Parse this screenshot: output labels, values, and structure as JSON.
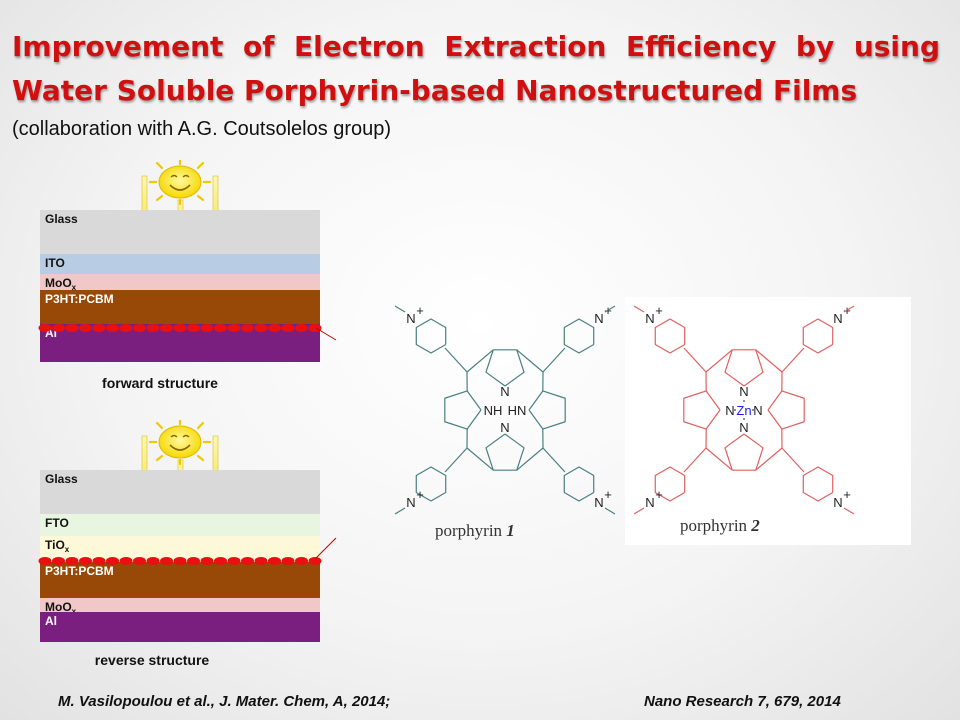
{
  "slide": {
    "title_line1": "Improvement of Electron Extraction Efficiency by using",
    "title_line2": "Water Soluble Porphyrin-based Nanostructured Films",
    "subtitle": "(collaboration with A.G. Coutsolelos group)"
  },
  "forward_structure": {
    "caption": "forward structure",
    "layers": [
      {
        "label": "Glass",
        "color": "#d9d9d9"
      },
      {
        "label": "ITO",
        "color": "#b8cce4"
      },
      {
        "label": "MoO",
        "sub": "x",
        "color": "#f2c7c7"
      },
      {
        "label": "P3HT:PCBM",
        "color": "#984807"
      },
      {
        "label": "Al",
        "color": "#7a1f80"
      }
    ]
  },
  "reverse_structure": {
    "caption": "reverse structure",
    "layers": [
      {
        "label": "Glass",
        "color": "#d9d9d9"
      },
      {
        "label": "FTO",
        "color": "#e8f5e0"
      },
      {
        "label": "TiO",
        "sub": "x",
        "color": "#fdf8d8"
      },
      {
        "label": "P3HT:PCBM",
        "color": "#984807"
      },
      {
        "label": "MoO",
        "sub": "x",
        "color": "#f2c7c7"
      },
      {
        "label": "Al",
        "color": "#7a1f80"
      }
    ]
  },
  "molecules": {
    "porphyrin1": {
      "label": "porphyrin ",
      "num": "1",
      "color": "#4a7f7f"
    },
    "porphyrin2": {
      "label": "porphyrin ",
      "num": "2",
      "color": "#e06060",
      "metal": "Zn",
      "metal_color": "#1a1aff"
    },
    "atoms": {
      "n": "N",
      "nplus": "N",
      "plus": "+",
      "h": "H",
      "nh": "NH",
      "hn": "HN"
    }
  },
  "footer": {
    "left": "M. Vasilopoulou et al., J. Mater. Chem, A,  2014;",
    "right": "Nano Research 7, 679, 2014"
  },
  "icons": {
    "sun": "sun-icon",
    "light": "light-arrow-icon"
  }
}
